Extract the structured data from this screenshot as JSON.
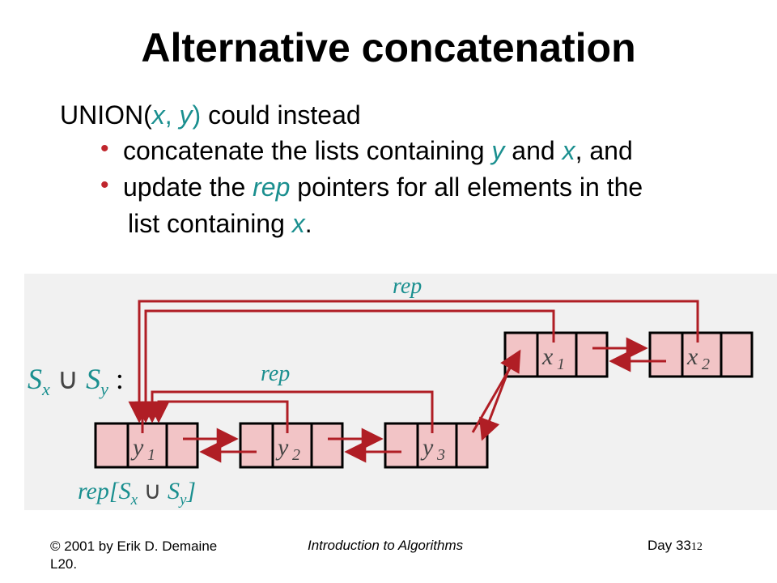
{
  "slide": {
    "title": "Alternative concatenation",
    "line1": {
      "a": "UNION(",
      "x": "x",
      "comma": ", ",
      "y": "y",
      "close": ")",
      "b": " could instead"
    },
    "bullet1": {
      "a": "concatenate the lists containing ",
      "y": "y",
      "b": " and ",
      "x": "x",
      "c": ", and"
    },
    "bullet2": {
      "a": "update the ",
      "rep": "rep",
      "b": " pointers for all elements in the"
    },
    "bullet3": {
      "a": "list containing ",
      "x": "x",
      "b": "."
    },
    "bullet_glyph": "•"
  },
  "figure": {
    "rep_top": "rep",
    "rep_mid": "rep",
    "set_label": {
      "S1": "S",
      "x": "x",
      "cup": " ∪ ",
      "S2": "S",
      "y": "y",
      "colon": " :"
    },
    "rep_bottom": {
      "a": "rep[",
      "S1": "S",
      "x": "x",
      "cup": " ∪ ",
      "S2": "S",
      "y": "y",
      "b": "]"
    },
    "nodes": [
      {
        "name": "y",
        "sub": "1"
      },
      {
        "name": "y",
        "sub": "2"
      },
      {
        "name": "y",
        "sub": "3"
      },
      {
        "name": "x",
        "sub": "1"
      },
      {
        "name": "x",
        "sub": "2"
      }
    ]
  },
  "footer": {
    "left_line1": "© 2001 by Erik D. Demaine",
    "left_line2": "L20.",
    "center": "Introduction to Algorithms",
    "right": "Day 33",
    "page": "12"
  },
  "colors": {
    "node_fill": "#f2c4c6",
    "arrow": "#b01e25",
    "teal": "#1a8f8f"
  }
}
